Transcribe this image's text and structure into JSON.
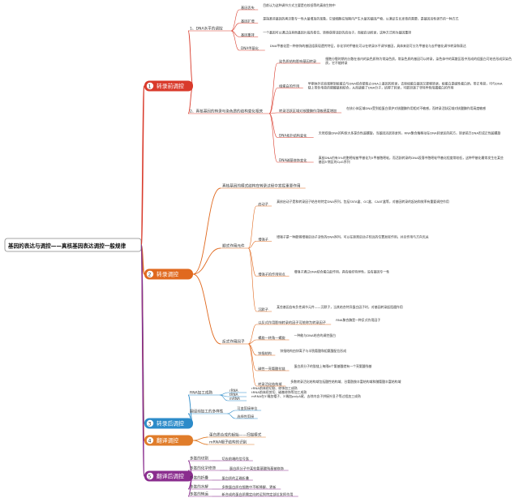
{
  "root": "基因的表达与调控——真核基因表达调控一般规律",
  "branches": [
    {
      "num": "1",
      "label": "转录前调控",
      "color": "#d93a2b",
      "sub": [
        {
          "text": "1、DNA水平的调控",
          "items": [
            {
              "title": "基因丢失",
              "desc": "目前认为这种调节方式主要是在较低等的真核生物中"
            },
            {
              "title": "基因扩增",
              "desc": "是指某些基因的拷贝数专一性大量增加的现象，它使细胞在短期内产生大量的基因产物，以满足生长发育的需要，是基因活性调节的一种方式"
            },
            {
              "title": "基因重排",
              "desc": "一个基因可以通过由其他基因片段的易位、转移获得活跃的启动子，而被启动转录，这种方式称为基因重排"
            },
            {
              "title": "DNA甲基化",
              "desc": "DNA甲基化是一种修饰的基因组表现遗传特征，非化学的甲基化可以在转录水平调节基因，具体来说可分为甲基化与去甲基化调节转录和表达"
            }
          ]
        },
        {
          "text": "2、真核基因的转录与染色质的结构变化相关",
          "items": [
            {
              "title": "染色质结构影响基因转录",
              "desc": "细胞分裂时期内分散在核内的染色质称为常染色质，常染色质的基因可以转录，染色体中的离散区段中形成的组蛋白可结合形成异染色质，它不能转录"
            },
            {
              "title": "组蛋白的作用",
              "desc": "早期体外实验观察到组蛋白与DNA结合能阻止DNA上基因的转录，去除组蛋白基因又能够转录，组蛋白是碱性蛋白质，带正电荷，可与DNA链上带负电荷的磷酸基相结合，从而遮蔽了DNA分子，妨碍了转录，可能扮演了非特异性阻遏蛋白的作用"
            },
            {
              "title": "转录活跃区域对核酸酶作用敏感度增加",
              "desc": "在核小体区域DNA受到组蛋白保护对核酸酶作用相对不敏感，而转录活跃区域对核酸酶作用高度敏感"
            },
            {
              "title": "DNA拓扑结构变化",
              "desc": "天然双链DNA的构型大多是负性超螺旋，当基因活跃转录时，RNA聚合酶移动在DNA转录区的前方，转录前方DNA形成正性超螺旋"
            },
            {
              "title": "DNA碱基修饰变化",
              "desc": "真核DNA约有5%的胞嘧啶被甲基化为5甲基胞嘧啶，而活跃转录的DNA段落中胞嘧啶甲基化程度常较低，这种甲基化最常发生在某些基因5′侧区的CpG序列"
            }
          ]
        }
      ]
    },
    {
      "num": "2",
      "label": "转录调控",
      "color": "#e0691f",
      "sub": [
        {
          "text": "真核基因的模式结构在转录过程中发挥重要作用",
          "items": []
        },
        {
          "text": "顺式作用元件",
          "items": [
            {
              "title": "启动子",
              "desc": "真核启动子是和转录因子结合的特定DNA序列，包括TATA盒、GC盒、CAAT盒等，对基因转录的起始和效率有重要调控作用"
            },
            {
              "title": "增强子",
              "desc": "增强子是一种能够增强启动子活性的DNA序列，可以在距离启动子较远的位置发挥作用，并且作用与方向无关"
            },
            {
              "title": "增强子的作用特点",
              "desc": "增强子通过DNA结合蛋白起作用，具有组织特异性，没有基因专一性"
            },
            {
              "title": "沉默子",
              "desc": "某些基因含有负性调节元件——沉默子，当其结合特异蛋白因子时，对基因转录起阻遏作用"
            }
          ]
        },
        {
          "text": "反式作用因子",
          "items": [
            {
              "title": "以反式作用影响转录的因子可统称为转录因子",
              "desc": "RNA聚合酶是一种反式作用因子"
            },
            {
              "title": "螺旋—转角—螺旋",
              "desc": "一种能与DNA结合的调控蛋白"
            },
            {
              "title": "锌指结构",
              "desc": "锌指结构由锌离子与半胱氨酸和组氨酸配位形成"
            },
            {
              "title": "碱性—亮氨酸拉链",
              "desc": "蛋白质分子的肽链上每隔6个氨基酸就有一个亮氨酸残基"
            },
            {
              "title": "转录活化结构域",
              "desc": "多数转录活化结构域包括酸性结构域、谷氨酰胺丰富结构域和脯氨酸丰富结构域"
            }
          ]
        }
      ]
    },
    {
      "num": "3",
      "label": "转录后调控",
      "color": "#2c8bc9",
      "sub": [
        {
          "text": "RNA加工成熟",
          "items": [
            {
              "title": "rRNA",
              "desc": "rRNA前体经切割、修饰加工成熟"
            },
            {
              "title": "tRNA",
              "desc": "tRNA前体经剪切、碱基修饰等加工成熟"
            },
            {
              "title": "mRNA",
              "desc": "mRNA在5′端加帽子、3′端加polyA尾、去除内含子拼接外显子等过程加工成熟"
            }
          ]
        },
        {
          "text": "翻译前加工的多样性",
          "items": [
            {
              "title": "可变剪接单位",
              "desc": ""
            },
            {
              "title": "选择性剪接",
              "desc": ""
            }
          ]
        }
      ]
    },
    {
      "num": "4",
      "label": "翻译调控",
      "color": "#e07c2a",
      "sub": [
        {
          "text": "蛋白质合成的起始——扫描模式",
          "items": []
        },
        {
          "text": "mRNA帽子结构的识别",
          "items": []
        }
      ]
    },
    {
      "num": "5",
      "label": "翻译后调控",
      "color": "#8a2d8e",
      "sub": [
        {
          "text": "多肽的切割",
          "items": [
            {
              "title": "切去前端的信号肽",
              "desc": ""
            }
          ]
        },
        {
          "text": "多肽的化学修饰",
          "items": [
            {
              "title": "蛋白质分子中某些氨基酸残基被修饰",
              "desc": ""
            }
          ]
        },
        {
          "text": "多肽的折叠",
          "items": [
            {
              "title": "蛋白质的正确折叠",
              "desc": ""
            }
          ]
        },
        {
          "text": "多肽的水解",
          "items": [
            {
              "title": "多数蛋白质在细胞中不断降解、更新",
              "desc": ""
            }
          ]
        },
        {
          "text": "多肽的转运",
          "items": [
            {
              "title": "新合成的蛋白质需定向转运到特定部位发挥作用",
              "desc": ""
            }
          ]
        }
      ]
    }
  ]
}
